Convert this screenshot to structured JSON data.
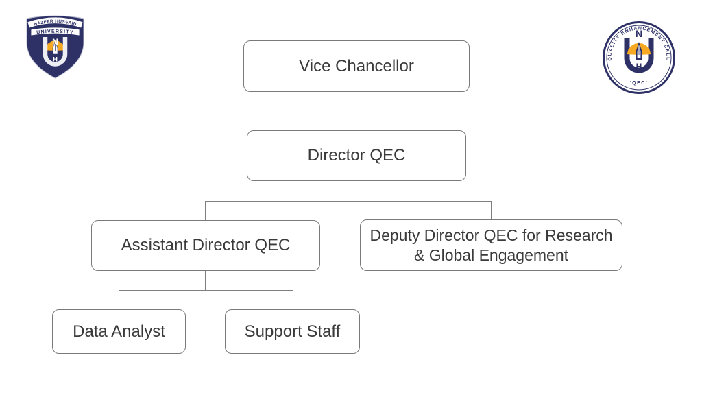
{
  "page": {
    "background": "#ffffff"
  },
  "header": {
    "left_logo": {
      "name": "Nazeer Hussain University shield logo",
      "banner_line1": "NAZEER HUSSAIN",
      "banner_line2": "UNIVERSITY",
      "monogram_top": "N",
      "monogram_bottom": "H"
    },
    "right_logo": {
      "name": "Quality Enhancement Cell circular seal",
      "ring_text": "QUALITY ENHANCEMENT CELL",
      "bottom_text": "‘QEC’",
      "monogram_top": "N",
      "monogram_bottom": "H"
    }
  },
  "org_chart": {
    "type": "org-chart",
    "nodes": [
      {
        "id": "vice-chancellor",
        "label": "Vice Chancellor",
        "reports_to": null
      },
      {
        "id": "director-qec",
        "label": "Director QEC",
        "reports_to": "vice-chancellor"
      },
      {
        "id": "assistant-director-qec",
        "label": "Assistant Director QEC",
        "reports_to": "director-qec"
      },
      {
        "id": "deputy-director-qec",
        "label": "Deputy Director QEC for Research & Global Engagement",
        "lines": [
          "Deputy Director QEC for Research",
          "& Global Engagement"
        ],
        "reports_to": "director-qec"
      },
      {
        "id": "data-analyst",
        "label": "Data Analyst",
        "reports_to": "assistant-director-qec"
      },
      {
        "id": "support-staff",
        "label": "Support Staff",
        "reports_to": "assistant-director-qec"
      }
    ],
    "colors": {
      "box_fill": "#ffffff",
      "box_border": "#7a7a7a",
      "connector": "#7f7f7f",
      "text": "#3a3a3a",
      "logo_navy": "#2d3166",
      "logo_gold": "#f6a921"
    }
  }
}
